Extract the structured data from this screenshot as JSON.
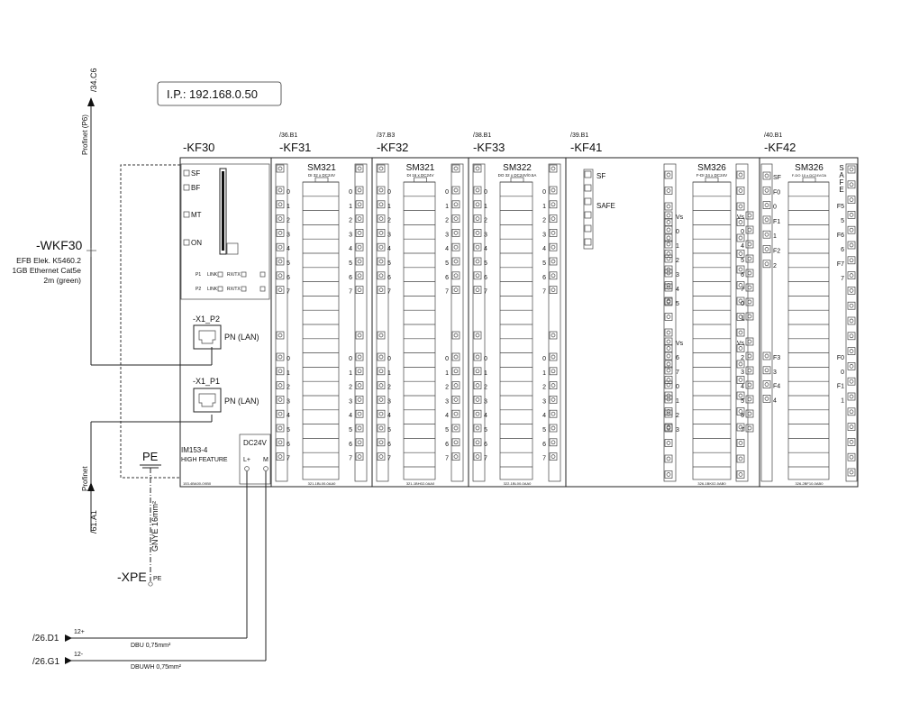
{
  "ip_label": "I.P.: 192.168.0.50",
  "profinet_top": {
    "ref": "/34.C6",
    "label": "Profinet (P6)"
  },
  "profinet_bottom": {
    "ref": "/61.A1",
    "label": "Profinet"
  },
  "cable": {
    "tag": "-WKF30",
    "line1": "EFB Elek. K5460.2",
    "line2": "1GB Ethernet Cat5e",
    "line3": "2m (green)"
  },
  "kf30": {
    "tag": "-KF30",
    "leds": [
      "SF",
      "BF",
      "MT",
      "ON"
    ],
    "p1": "P1",
    "p2": "P2",
    "link": "LINK",
    "rxtx": "RX/TX",
    "x1p2": "-X1_P2",
    "x1p1": "-X1_P1",
    "pn_lan": "PN (LAN)",
    "name": "IM153-4",
    "feature": "HIGH FEATURE",
    "order": "153-4BA00-0XB0",
    "dc24v": "DC24V",
    "lplus": "L+",
    "m": "M"
  },
  "modules": [
    {
      "ref": "/36.B1",
      "tag": "-KF31",
      "title": "SM321",
      "sub": "DI 32 x DC24V",
      "order": "321-1BL00-0AA0"
    },
    {
      "ref": "/37.B3",
      "tag": "-KF32",
      "title": "SM321",
      "sub": "DI 16 x DC24V",
      "order": "321-1BH02-0AA0"
    },
    {
      "ref": "/38.B1",
      "tag": "-KF33",
      "title": "SM322",
      "sub": "DO 32 x DC24V/0.5A",
      "order": "322-1BL00-0AA0"
    },
    {
      "ref": "/39.B1",
      "tag": "-KF41",
      "title": "",
      "sub": "",
      "order": ""
    },
    {
      "ref": "",
      "tag": "",
      "title": "SM326",
      "sub": "F-DI 24 x DC24V",
      "order": "326-1BK02-0AB0"
    },
    {
      "ref": "/40.B1",
      "tag": "-KF42",
      "title": "SM326",
      "sub": "F-DO 10 x DC24V/2A",
      "order": "326-2BF10-0AB0"
    }
  ],
  "kf41": {
    "sf": "SF",
    "safe": "SAFE"
  },
  "digits": [
    "0",
    "1",
    "2",
    "3",
    "4",
    "5",
    "6",
    "7"
  ],
  "fdi_channels": {
    "left_top": [
      "Vs",
      "0",
      "1",
      "2",
      "3",
      "4",
      "5"
    ],
    "left_bottom": [
      "Vs",
      "6",
      "7",
      "0",
      "1",
      "2",
      "3"
    ],
    "right_top": [
      "Vs",
      "0",
      "4",
      "5",
      "6",
      "7",
      "0",
      "1"
    ],
    "right_bottom": [
      "Vs",
      "2",
      "3",
      "4",
      "5",
      "6",
      "7"
    ],
    "f_top": [
      "SF",
      "F0",
      "0",
      "F1",
      "1",
      "F2",
      "2"
    ],
    "f_bottom": [
      "F3",
      "3",
      "F4",
      "4"
    ]
  },
  "fdo": {
    "safe": [
      "S",
      "A",
      "F",
      "E"
    ],
    "labels_top": [
      "F5",
      "5",
      "F6",
      "6",
      "F7",
      "7"
    ],
    "labels_bottom": [
      "F0",
      "0",
      "F1",
      "1"
    ]
  },
  "pe": {
    "label": "PE",
    "wire": "GNYE 16mm²",
    "xpe": "-XPE",
    "pe_small": "PE"
  },
  "supply": [
    {
      "ref": "/26.D1",
      "pol": "12+",
      "wire": "DBU  0,75mm²"
    },
    {
      "ref": "/26.G1",
      "pol": "12-",
      "wire": "DBUWH  0,75mm²"
    }
  ]
}
